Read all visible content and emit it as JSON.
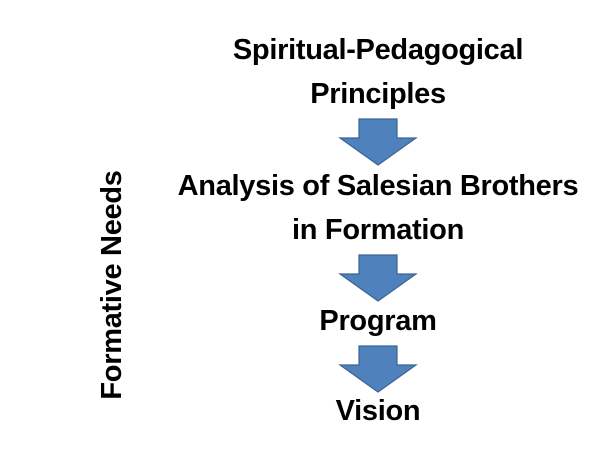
{
  "side_label": "Formative Needs",
  "steps": [
    {
      "lines": [
        "Spiritual-Pedagogical",
        "Principles"
      ]
    },
    {
      "lines": [
        "Analysis of Salesian Brothers",
        "in Formation"
      ]
    },
    {
      "lines": [
        "Program"
      ]
    },
    {
      "lines": [
        "Vision"
      ]
    }
  ],
  "colors": {
    "arrow_fill": "#4F81BD",
    "arrow_stroke": "#3A6494",
    "text": "#000000",
    "background": "#FFFFFF"
  }
}
